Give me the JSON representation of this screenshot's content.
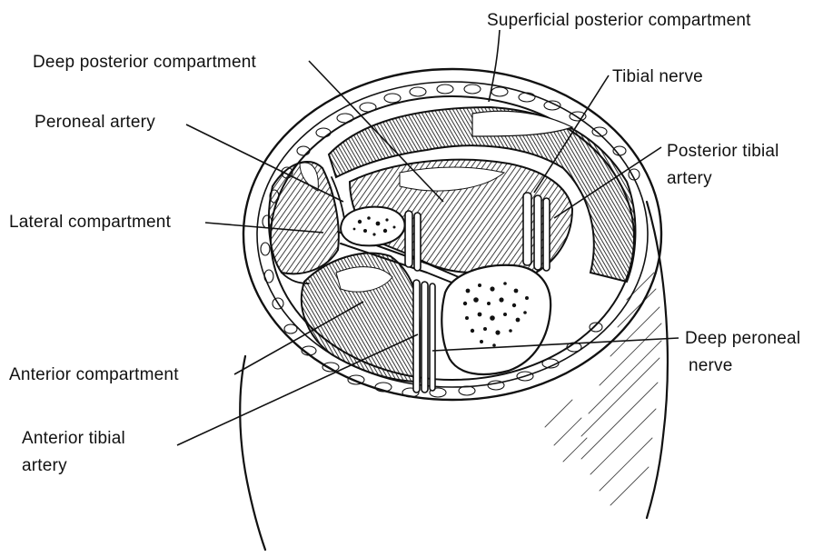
{
  "labels": {
    "superficial_posterior": "Superficial posterior compartment",
    "deep_posterior": "Deep posterior compartment",
    "tibial_nerve": "Tibial nerve",
    "peroneal_artery": "Peroneal artery",
    "posterior_tibial_line1": "Posterior tibial",
    "posterior_tibial_line2": "artery",
    "lateral": "Lateral compartment",
    "anterior": "Anterior compartment",
    "deep_peroneal_line1": "Deep peroneal",
    "deep_peroneal_line2": "nerve",
    "anterior_tibial_line1": "Anterior tibial",
    "anterior_tibial_line2": "artery"
  }
}
